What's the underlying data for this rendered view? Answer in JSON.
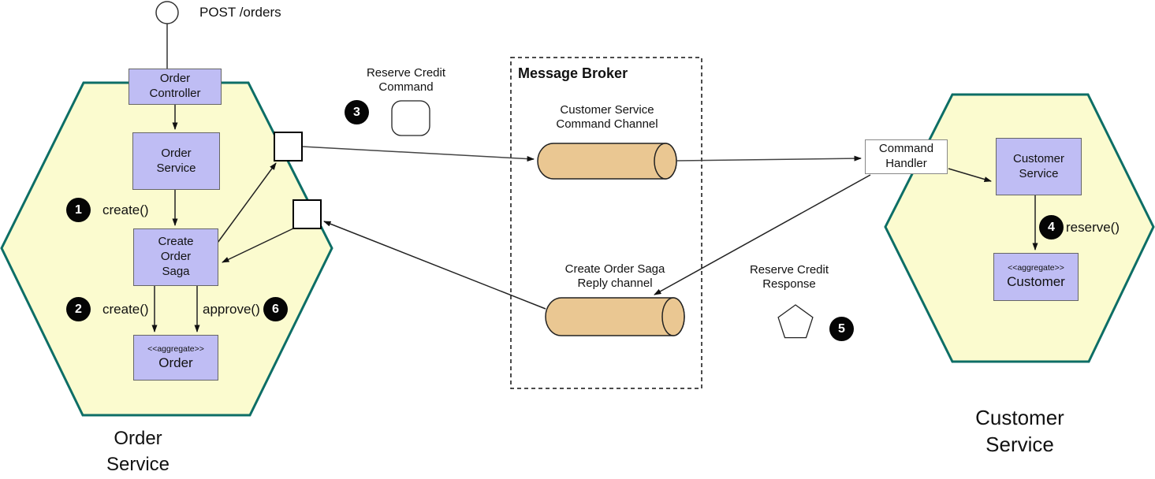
{
  "colors": {
    "hexagon_fill": "#fbfbcf",
    "hexagon_border": "#0d6e66",
    "component_fill": "#bfbdf4",
    "channel_fill": "#eac792",
    "step_badge_fill": "#050505",
    "step_badge_text": "#ffffff"
  },
  "actor": {
    "request_label": "POST /orders"
  },
  "order_service_hexagon": {
    "label": "Order\nService",
    "components": {
      "order_controller": "Order\nController",
      "order_service": "Order\nService",
      "create_order_saga": "Create\nOrder\nSaga",
      "order_aggregate": {
        "stereotype": "<<aggregate>>",
        "name": "Order"
      }
    },
    "steps": {
      "step1": {
        "number": "1",
        "label": "create()"
      },
      "step2": {
        "number": "2",
        "label": "create()"
      },
      "step6": {
        "number": "6",
        "label": "approve()"
      }
    }
  },
  "message_broker": {
    "title": "Message Broker",
    "command_channel_label": "Customer Service\nCommand Channel",
    "reply_channel_label": "Create Order Saga\nReply channel"
  },
  "messages": {
    "reserve_credit_command": {
      "label": "Reserve Credit\nCommand",
      "step": "3"
    },
    "reserve_credit_response": {
      "label": "Reserve Credit\nResponse",
      "step": "5"
    }
  },
  "customer_service_hexagon": {
    "label": "Customer\nService",
    "components": {
      "command_handler": "Command\nHandler",
      "customer_service": "Customer\nService",
      "customer_aggregate": {
        "stereotype": "<<aggregate>>",
        "name": "Customer"
      }
    },
    "steps": {
      "step4": {
        "number": "4",
        "label": "reserve()"
      }
    }
  }
}
